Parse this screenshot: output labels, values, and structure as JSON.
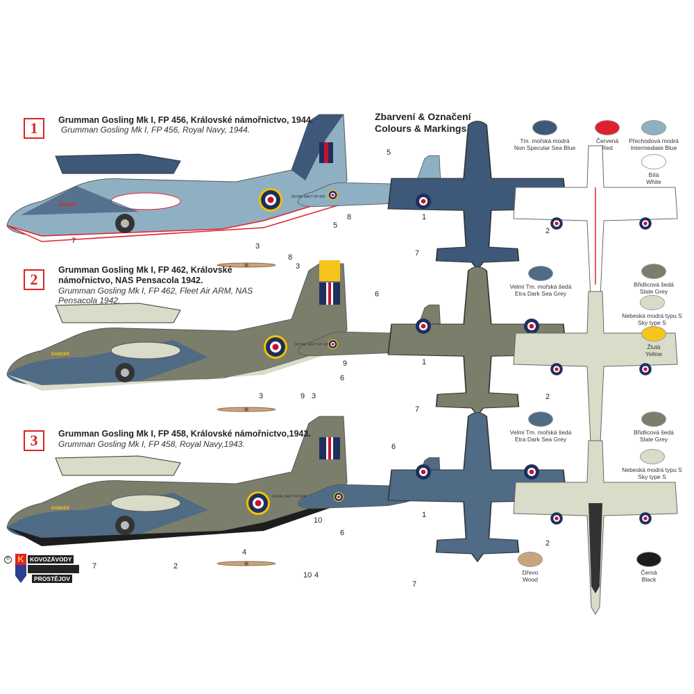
{
  "heading": {
    "cz": "Zbarvení & Označení",
    "en": "Colours & Markings"
  },
  "schemes": [
    {
      "number": "1",
      "title_cz": "Grumman Gosling Mk I, FP 456, Královské  námořnictvo, 1944.",
      "title_en": "Grumman Gosling Mk I, FP 456, Royal Navy, 1944.",
      "serial": "ROYAL NAVY FP 456",
      "danger": "DANGER",
      "callouts": [
        "5",
        "8",
        "7",
        "3",
        "5",
        "8",
        "3",
        "7",
        "1",
        "2"
      ]
    },
    {
      "number": "2",
      "title_cz": "Grumman Gosling Mk I, FP 462, Královské  námořnictvo, NAS Pensacola 1942.",
      "title_en": "Grumman Gosling Mk I, FP 462, Fleet Air ARM, NAS Pensacola 1942.",
      "serial": "ROYAL NAVY FP 462",
      "danger": "DANGER",
      "callouts": [
        "6",
        "9",
        "3",
        "6",
        "9",
        "3",
        "7",
        "1",
        "2"
      ]
    },
    {
      "number": "3",
      "title_cz": "Grumman Gosling Mk I, FP 458, Královské  námořnictvo,1943.",
      "title_en": "Grumman Gosling Mk I, FP 458, Royal Navy,1943.",
      "serial": "ROYAL NAVY FP 458",
      "danger": "DANGER",
      "callouts": [
        "6",
        "10",
        "7",
        "2",
        "4",
        "6",
        "10",
        "4",
        "7",
        "1",
        "2"
      ]
    }
  ],
  "legend": [
    {
      "cz": "Tm. mořská modrá",
      "en": "Non Specular Sea Blue",
      "color": "#3d5878"
    },
    {
      "cz": "Červená",
      "en": "Red",
      "color": "#e0202e"
    },
    {
      "cz": "Přechodová  modrá",
      "en": "Intermediate Blue",
      "color": "#8fb0c2"
    },
    {
      "cz": "Bílá",
      "en": "White",
      "color": "#ffffff"
    },
    {
      "cz": "Velmi Tm. mořská šedá",
      "en": "Etra Dark Sea Grey",
      "color": "#4f6b85"
    },
    {
      "cz": "Břidlicová šedá",
      "en": "Slate Grey",
      "color": "#7c7e6c"
    },
    {
      "cz": "Nebeská modrá typu S",
      "en": "Sky type S",
      "color": "#d8dcc8"
    },
    {
      "cz": "Žlutá",
      "en": "Yellow",
      "color": "#f5c51c"
    },
    {
      "cz": "Velmi Tm. mořská šedá",
      "en": "Etra Dark Sea Grey",
      "color": "#4f6b85"
    },
    {
      "cz": "Břidlicová šedá",
      "en": "Slate Grey",
      "color": "#7c7e6c"
    },
    {
      "cz": "Nebeská modrá typu S",
      "en": "Sky type S",
      "color": "#d8dcc8"
    },
    {
      "cz": "Dřevo",
      "en": "Wood",
      "color": "#c9a47e"
    },
    {
      "cz": "Černá",
      "en": "Black",
      "color": "#1d1d1d"
    }
  ],
  "logo": {
    "top": "KOVOZÁVODY",
    "bottom": "PROSTĚJOV",
    "letter": "K"
  }
}
